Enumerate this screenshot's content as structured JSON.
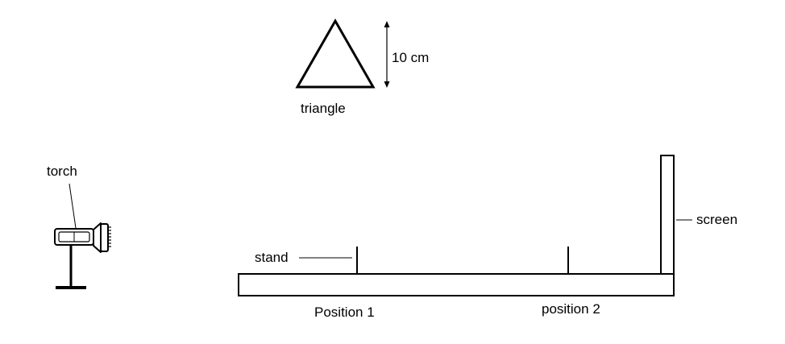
{
  "labels": {
    "measurement": "10 cm",
    "triangle": "triangle",
    "torch": "torch",
    "stand": "stand",
    "screen": "screen",
    "position_1": "Position 1",
    "position_2": "position 2"
  },
  "colors": {
    "ink": "#000000",
    "background": "#ffffff"
  }
}
